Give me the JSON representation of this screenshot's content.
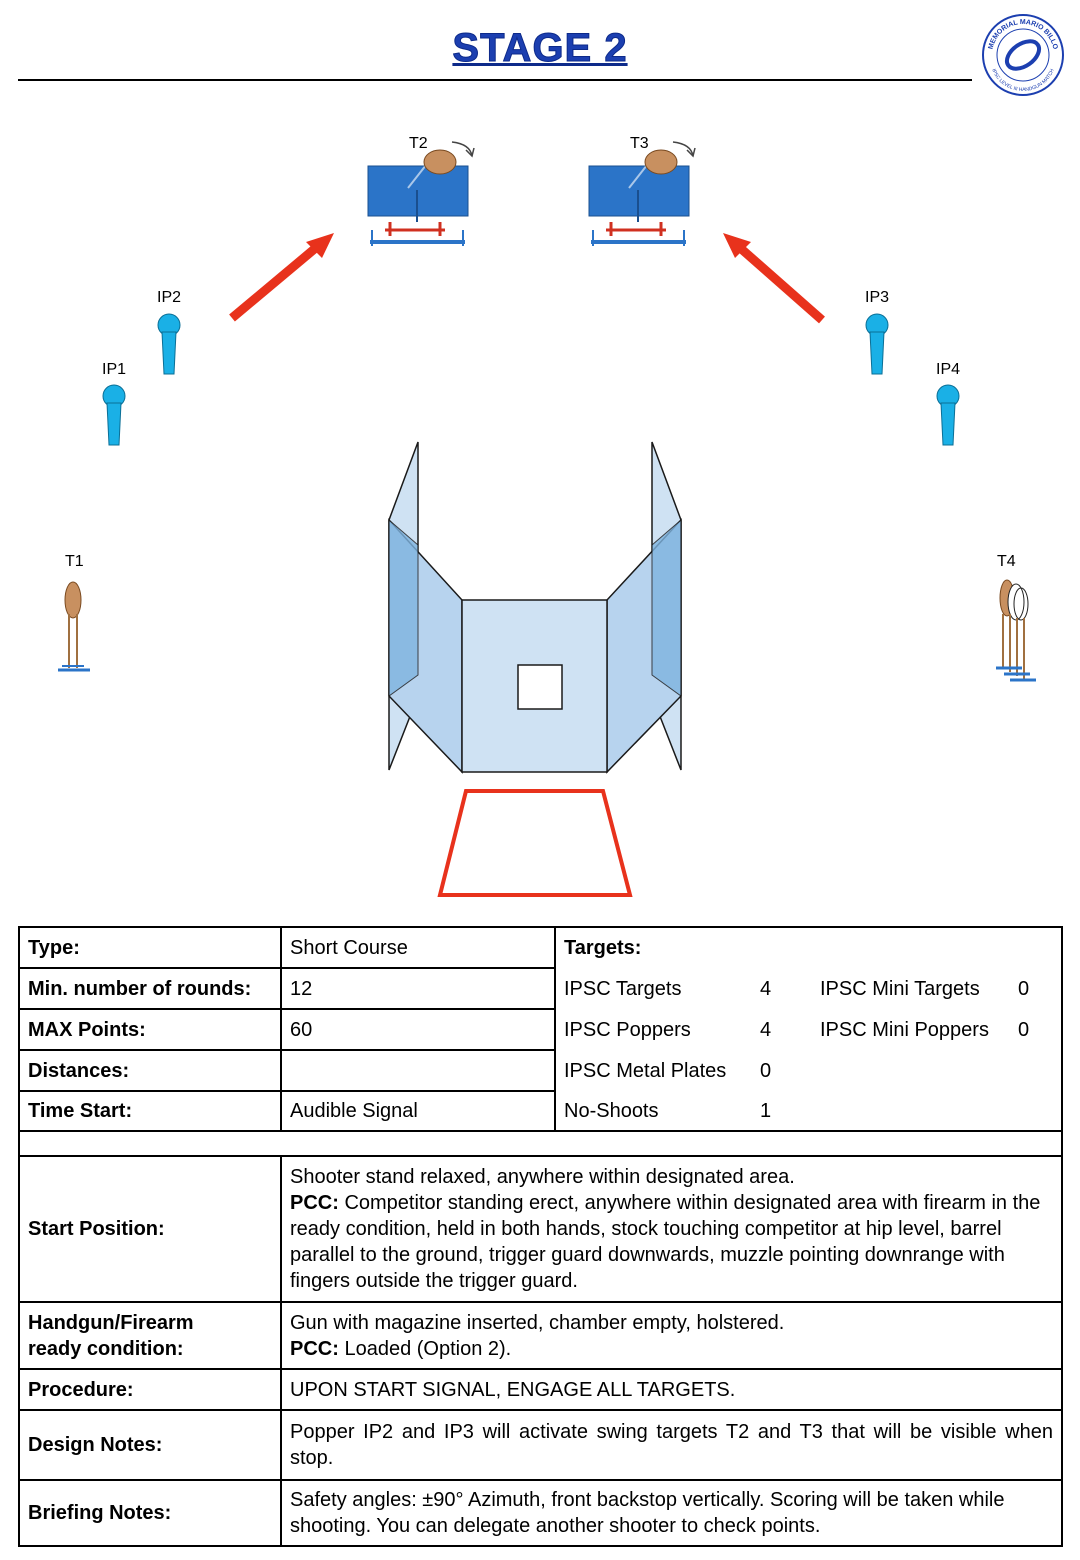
{
  "title": "STAGE 2",
  "logo": {
    "top_text": "MEMORIAL MARIO BILLO",
    "bottom_text": "IPSC LEVEL III HANDGUN MATCH"
  },
  "diagram": {
    "labels": {
      "t1": "T1",
      "t2": "T2",
      "t3": "T3",
      "t4": "T4",
      "ip1": "IP1",
      "ip2": "IP2",
      "ip3": "IP3",
      "ip4": "IP4"
    },
    "colors": {
      "popper": "#1ab0e6",
      "arrow": "#e8321c",
      "shooting_area": "#e8321c",
      "swing_panel": "#2b74c8",
      "target": "#c89060",
      "wall_light": "#cfe2f3",
      "wall_mid": "#b7d3ee",
      "wall_dark": "#7fb4e0"
    }
  },
  "table": {
    "type_label": "Type:",
    "type_value": "Short Course",
    "rounds_label": "Min. number of rounds:",
    "rounds_value": "12",
    "points_label": "MAX Points:",
    "points_value": "60",
    "distances_label": "Distances:",
    "distances_value": "",
    "timestart_label": "Time Start:",
    "timestart_value": "Audible Signal",
    "targets_label": "Targets:",
    "targets": {
      "ipsc_targets": "IPSC Targets",
      "ipsc_targets_n": "4",
      "ipsc_mini_targets": "IPSC Mini Targets",
      "ipsc_mini_targets_n": "0",
      "ipsc_poppers": "IPSC Poppers",
      "ipsc_poppers_n": "4",
      "ipsc_mini_poppers": "IPSC Mini Poppers",
      "ipsc_mini_poppers_n": "0",
      "ipsc_metal_plates": "IPSC Metal Plates",
      "ipsc_metal_plates_n": "0",
      "no_shoots": "No-Shoots",
      "no_shoots_n": "1"
    },
    "start_position_label": "Start Position:",
    "start_position_line1": "Shooter stand relaxed, anywhere within designated area.",
    "pcc_label": "PCC:",
    "start_position_pcc": "Competitor standing erect, anywhere within designated area with firearm in the ready condition, held in both hands, stock touching competitor at hip level, barrel parallel to the ground, trigger guard downwards, muzzle pointing downrange with fingers outside the trigger guard.",
    "ready_label_line1": "Handgun/Firearm",
    "ready_label_line2": "ready condition:",
    "ready_line1": "Gun with magazine inserted, chamber empty, holstered.",
    "ready_pcc": "Loaded (Option 2).",
    "procedure_label": "Procedure:",
    "procedure_value": "UPON START SIGNAL, ENGAGE ALL TARGETS.",
    "design_label": "Design Notes:",
    "design_value": "Popper IP2 and IP3 will activate swing targets T2 and T3 that will be visible when stop.",
    "briefing_label": "Briefing Notes:",
    "briefing_value": "Safety angles: ±90° Azimuth, front backstop vertically. Scoring will be taken while shooting. You can delegate another shooter to check points."
  }
}
